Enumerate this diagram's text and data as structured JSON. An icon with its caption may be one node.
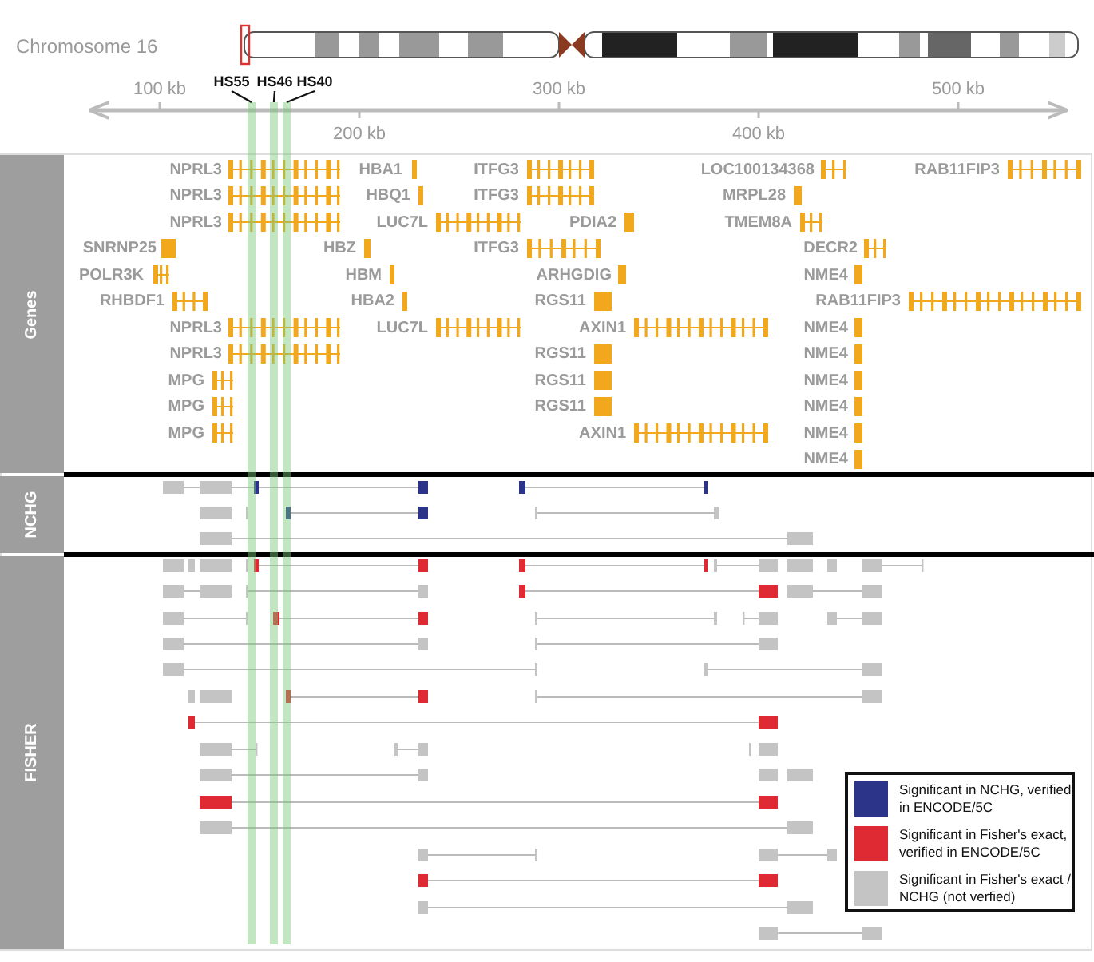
{
  "diagram": {
    "nodes": [
      {
        "text": [
          "HS55"
        ]
      },
      {
        "text": [
          "HS46"
        ]
      },
      {
        "text": [
          "HS40"
        ]
      },
      {
        "text": [],
        "shape": "bar"
      },
      {
        "text": [],
        "shape": "bar"
      },
      {
        "text": [],
        "shape": "bar"
      },
      {
        "text": [
          "Genes"
        ]
      },
      {
        "text": [
          "NCHG"
        ]
      },
      {
        "text": [
          "FISHER"
        ]
      }
    ],
    "edges": [
      {
        "from": 0,
        "to": 3,
        "arrow": "none"
      },
      {
        "from": 1,
        "to": 4,
        "arrow": "none"
      },
      {
        "from": 2,
        "to": 5,
        "arrow": "none"
      }
    ],
    "labels": [
      "Chromosome 16",
      "100 kb",
      "300 kb",
      "500 kb",
      "200 kb",
      "400 kb",
      "NPRL3",
      "HBA1",
      "ITFG3",
      "LOC100134368",
      "RAB11FIP3",
      "NPRL3",
      "HBQ1",
      "ITFG3",
      "MRPL28",
      "NPRL3",
      "LUC7L",
      "PDIA2",
      "TMEM8A",
      "SNRNP25",
      "HBZ",
      "ITFG3",
      "DECR2",
      "POLR3K",
      "HBM",
      "ARHGDIG",
      "NME4",
      "RHBDF1",
      "HBA2",
      "RGS11",
      "RAB11FIP3",
      "NPRL3",
      "LUC7L",
      "AXIN1",
      "NME4",
      "NPRL3",
      "RGS11",
      "NME4",
      "MPG",
      "RGS11",
      "NME4",
      "MPG",
      "RGS11",
      "NME4",
      "MPG",
      "AXIN1",
      "NME4",
      "NME4"
    ],
    "legend": [
      {
        "text": "Significant in NCHG, verified in ENCODE/5C",
        "color": "#2b3488"
      },
      {
        "text": "Significant in Fisher's exact, verified in ENCODE/5C",
        "color": "#e02a33"
      },
      {
        "text": "Significant in Fisher's exact / NCHG (not verfied)",
        "color": "#c4c4c4"
      }
    ]
  }
}
